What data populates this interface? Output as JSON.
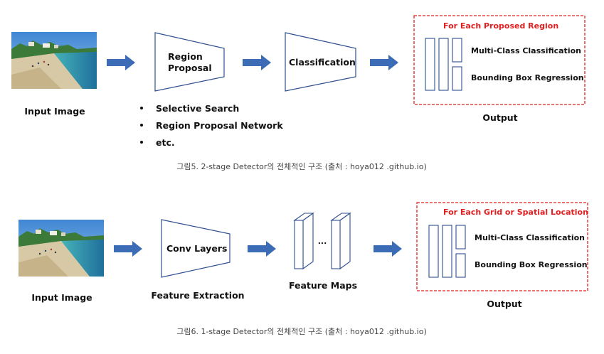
{
  "top": {
    "input_label": "Input Image",
    "region_proposal": [
      "Region",
      "Proposal"
    ],
    "classification": "Classification",
    "output_title": "For Each Proposed Region",
    "output_item1": "Multi-Class Classification",
    "output_item2": "Bounding Box Regression",
    "output_label": "Output",
    "bullets": [
      "Selective Search",
      "Region Proposal Network",
      "etc."
    ],
    "caption": "그림5. 2-stage Detector의 전체적인 구조 (출처 : hoya012 .github.io)"
  },
  "bottom": {
    "input_label": "Input Image",
    "conv_layers": "Conv Layers",
    "feature_extraction": "Feature Extraction",
    "ellipsis": "...",
    "feature_maps": "Feature Maps",
    "output_title": "For Each Grid or Spatial Location",
    "output_item1": "Multi-Class Classification",
    "output_item2": "Bounding Box Regression",
    "output_label": "Output",
    "caption": "그림6. 1-stage Detector의 전체적인 구조 (출처 : hoya012 .github.io)"
  },
  "colors": {
    "arrow": "#3b6cb5",
    "shape_stroke": "#2f4f8f",
    "dashed_border": "#e02020",
    "red_text": "#e02020"
  }
}
